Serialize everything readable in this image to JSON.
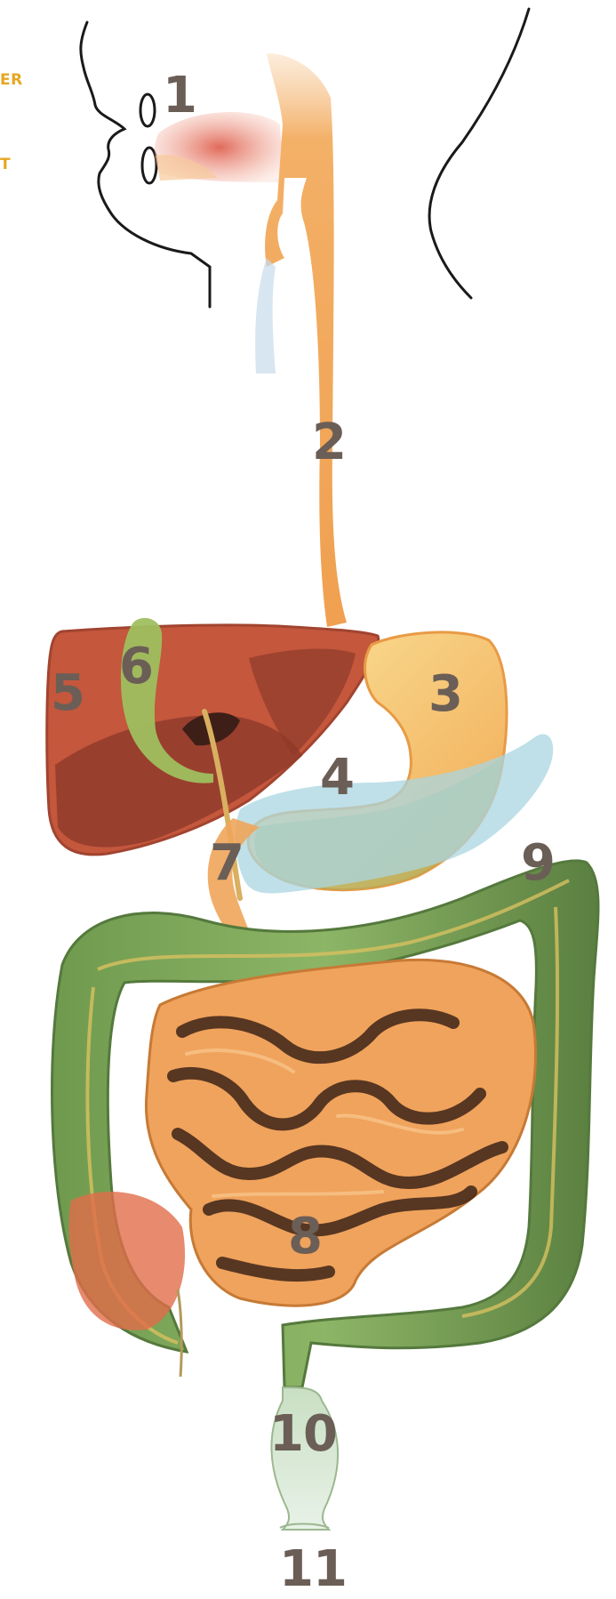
{
  "side_labels": {
    "top": "ER",
    "bottom": "T"
  },
  "labels": {
    "mouth": "1",
    "esophagus": "2",
    "stomach": "3",
    "pancreas": "4",
    "liver": "5",
    "gallbladder": "6",
    "duodenum": "7",
    "small_intestine": "8",
    "large_intestine": "9",
    "rectum": "10",
    "anus": "11"
  },
  "colors": {
    "label": "#6b5e56",
    "side_label": "#e7a623",
    "outline": "#1a1a1a",
    "esophagus": "#f3b067",
    "liver": "#c4573c",
    "liver_dark": "#8e3a2a",
    "gallbladder": "#9fbf5f",
    "stomach": "#f4c46b",
    "pancreas": "#a9d6e0",
    "colon": "#7fa65a",
    "colon_dark": "#55793d",
    "small_intestine": "#f0a35c",
    "small_intestine_dark": "#3d2418",
    "rectum": "#cfe2c9",
    "appendix_red": "#e16d4a"
  }
}
